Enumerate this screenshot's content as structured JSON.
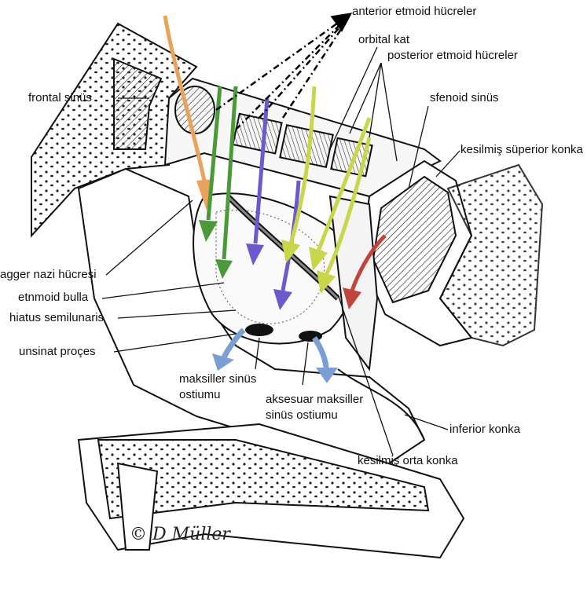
{
  "labels": {
    "anterior_ethmoid": "anterior etmoid hücreler",
    "orbital_floor": "orbital kat",
    "posterior_ethmoid": "posterior etmoid hücreler",
    "frontal_sinus": "frontal sinüs",
    "sphenoid_sinus": "sfenoid sinüs",
    "cut_superior_turbinate": "kesilmiş süperior konka",
    "agger_nasi": "agger nazi hücresi",
    "ethmoid_bulla": "etnmoid bulla",
    "hiatus_semilunaris": "hiatus semilunaris",
    "uncinate_process": "unsinat proçes",
    "maxillary_ostium_line1": "maksiller sinüs",
    "maxillary_ostium_line2": "ostiumu",
    "accessory_ostium_line1": "aksesuar maksiller",
    "accessory_ostium_line2": "sinüs ostiumu",
    "inferior_turbinate": "inferior konka",
    "cut_middle_turbinate": "kesilmiş orta konka"
  },
  "signature": "© D Müller",
  "colors": {
    "orange": "#e8a25a",
    "green": "#4a9a3a",
    "purple": "#6a5acd",
    "yellow_green": "#c8d64a",
    "red": "#c0453a",
    "blue": "#7b9fd4",
    "line": "#111111"
  }
}
